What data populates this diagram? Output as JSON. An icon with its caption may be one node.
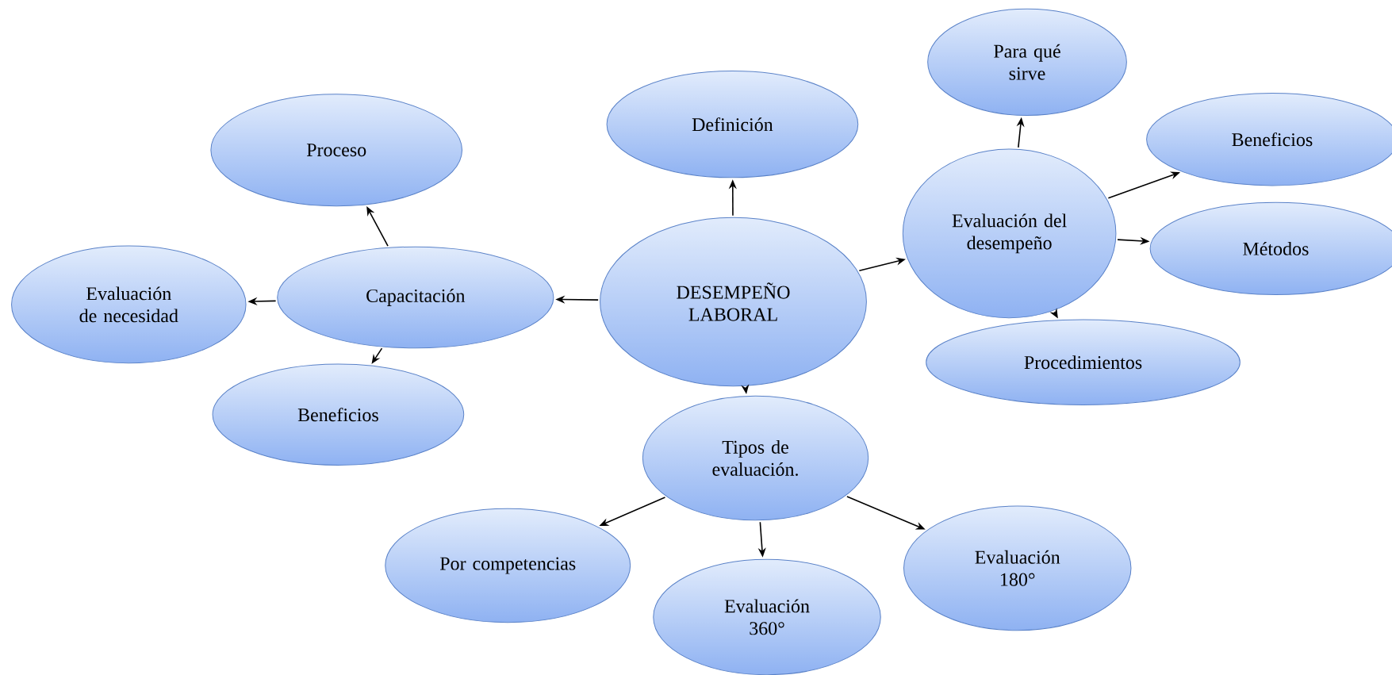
{
  "diagram": {
    "nodes": [
      {
        "text": [
          "DESEMPEÑO LABORAL"
        ]
      },
      {
        "text": [
          "Definición"
        ]
      },
      {
        "text": [
          "Para qué sirve"
        ]
      },
      {
        "text": [
          "Evaluación del desempeño"
        ]
      },
      {
        "text": [
          "Beneficios"
        ]
      },
      {
        "text": [
          "Métodos"
        ]
      },
      {
        "text": [
          "Procedimientos"
        ]
      },
      {
        "text": [
          "Proceso"
        ]
      },
      {
        "text": [
          "Capacitación"
        ]
      },
      {
        "text": [
          "Evaluación de necesidad"
        ]
      },
      {
        "text": [
          "Beneficios"
        ]
      },
      {
        "text": [
          "Tipos de evaluación."
        ]
      },
      {
        "text": [
          "Por competencias"
        ]
      },
      {
        "text": [
          "Evaluación 360°"
        ]
      },
      {
        "text": [
          "Evaluación 180°"
        ]
      }
    ],
    "edges": [
      {
        "from": 0,
        "to": 1,
        "arrow": "to"
      },
      {
        "from": 0,
        "to": 3,
        "arrow": "to"
      },
      {
        "from": 3,
        "to": 2,
        "arrow": "to"
      },
      {
        "from": 3,
        "to": 4,
        "arrow": "to"
      },
      {
        "from": 3,
        "to": 5,
        "arrow": "to"
      },
      {
        "from": 3,
        "to": 6,
        "arrow": "to"
      },
      {
        "from": 0,
        "to": 8,
        "arrow": "to"
      },
      {
        "from": 8,
        "to": 7,
        "arrow": "to"
      },
      {
        "from": 8,
        "to": 9,
        "arrow": "to"
      },
      {
        "from": 8,
        "to": 10,
        "arrow": "to"
      },
      {
        "from": 0,
        "to": 11,
        "arrow": "to"
      },
      {
        "from": 11,
        "to": 12,
        "arrow": "to"
      },
      {
        "from": 11,
        "to": 13,
        "arrow": "to"
      },
      {
        "from": 11,
        "to": 14,
        "arrow": "to"
      }
    ]
  }
}
